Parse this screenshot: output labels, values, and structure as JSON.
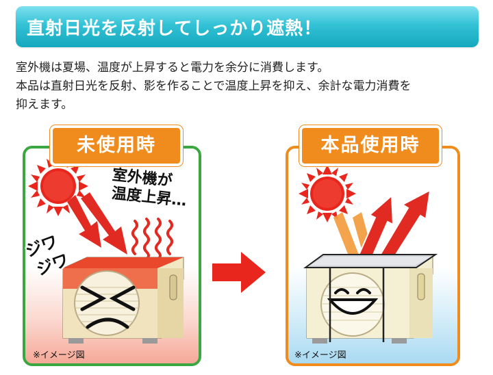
{
  "header": {
    "title": "直射日光を反射してしっかり遮熱！",
    "accent_color": "#1fb2c8"
  },
  "description": {
    "line1": "室外機は夏場、温度が上昇すると電力を余分に消費します。",
    "line2": "本品は直射日光を反射、影を作ることで温度上昇を抑え、余計な電力消費を",
    "line3": "抑えます。"
  },
  "before_panel": {
    "label": "未使用時",
    "callout_line1": "室外機が",
    "callout_line2": "温度上昇…",
    "sound_effect_1": "ジワ",
    "sound_effect_2": "ジワ",
    "note": "※イメージ図",
    "border_color": "#3aa741"
  },
  "after_panel": {
    "label": "本品使用時",
    "note": "※イメージ図",
    "border_color": "#f08c1e"
  },
  "icons": {
    "sun": "sun-icon",
    "arrow": "right-arrow-icon",
    "heat": "heat-waves-icon",
    "ac_unit": "outdoor-ac-unit-icon"
  }
}
